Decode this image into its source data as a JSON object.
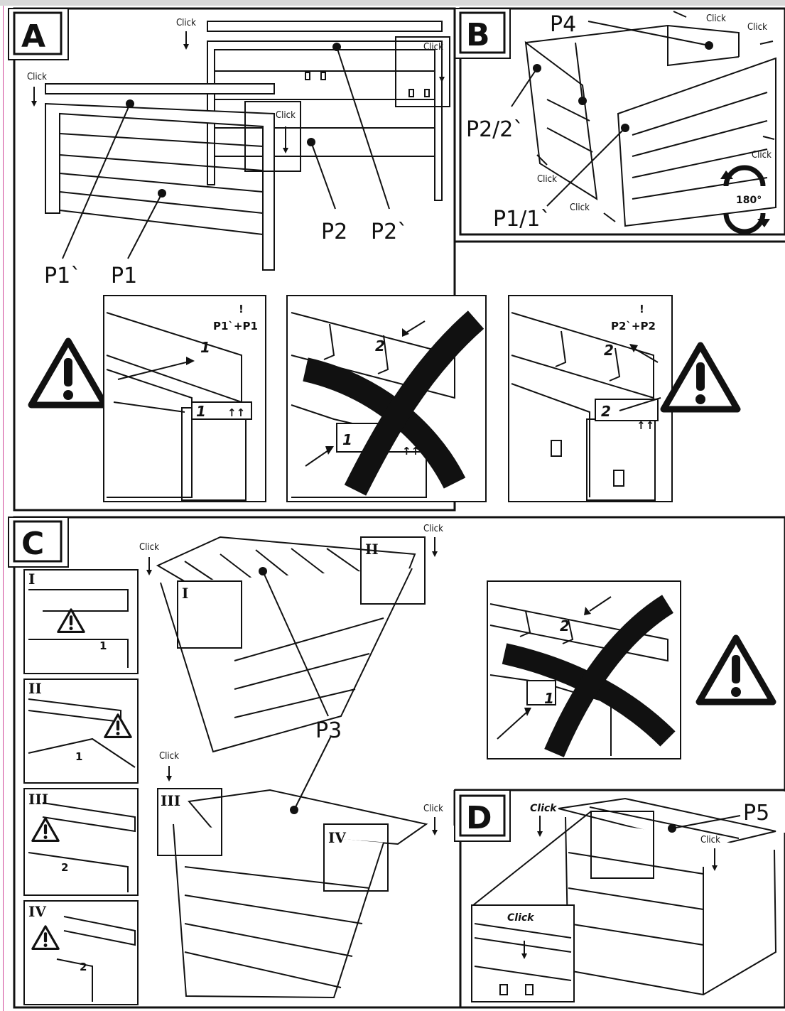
{
  "sections": {
    "A": "A",
    "B": "B",
    "C": "C",
    "D": "D"
  },
  "click": "Click",
  "parts": {
    "p1": "P1",
    "p1p": "P1`",
    "p2": "P2",
    "p2p": "P2`",
    "p4": "P4",
    "p2_2": "P2/2`",
    "p1_1": "P1/1`",
    "p3": "P3",
    "p5": "P5"
  },
  "rotation": "180°",
  "notes": {
    "left": "P1`+P1",
    "right": "P2`+P2"
  },
  "marks": {
    "one": "1",
    "two": "2",
    "up": "↑↑",
    "exclaim": "!"
  },
  "substeps": {
    "i": "I",
    "ii": "II",
    "iii": "III",
    "iv": "IV"
  }
}
